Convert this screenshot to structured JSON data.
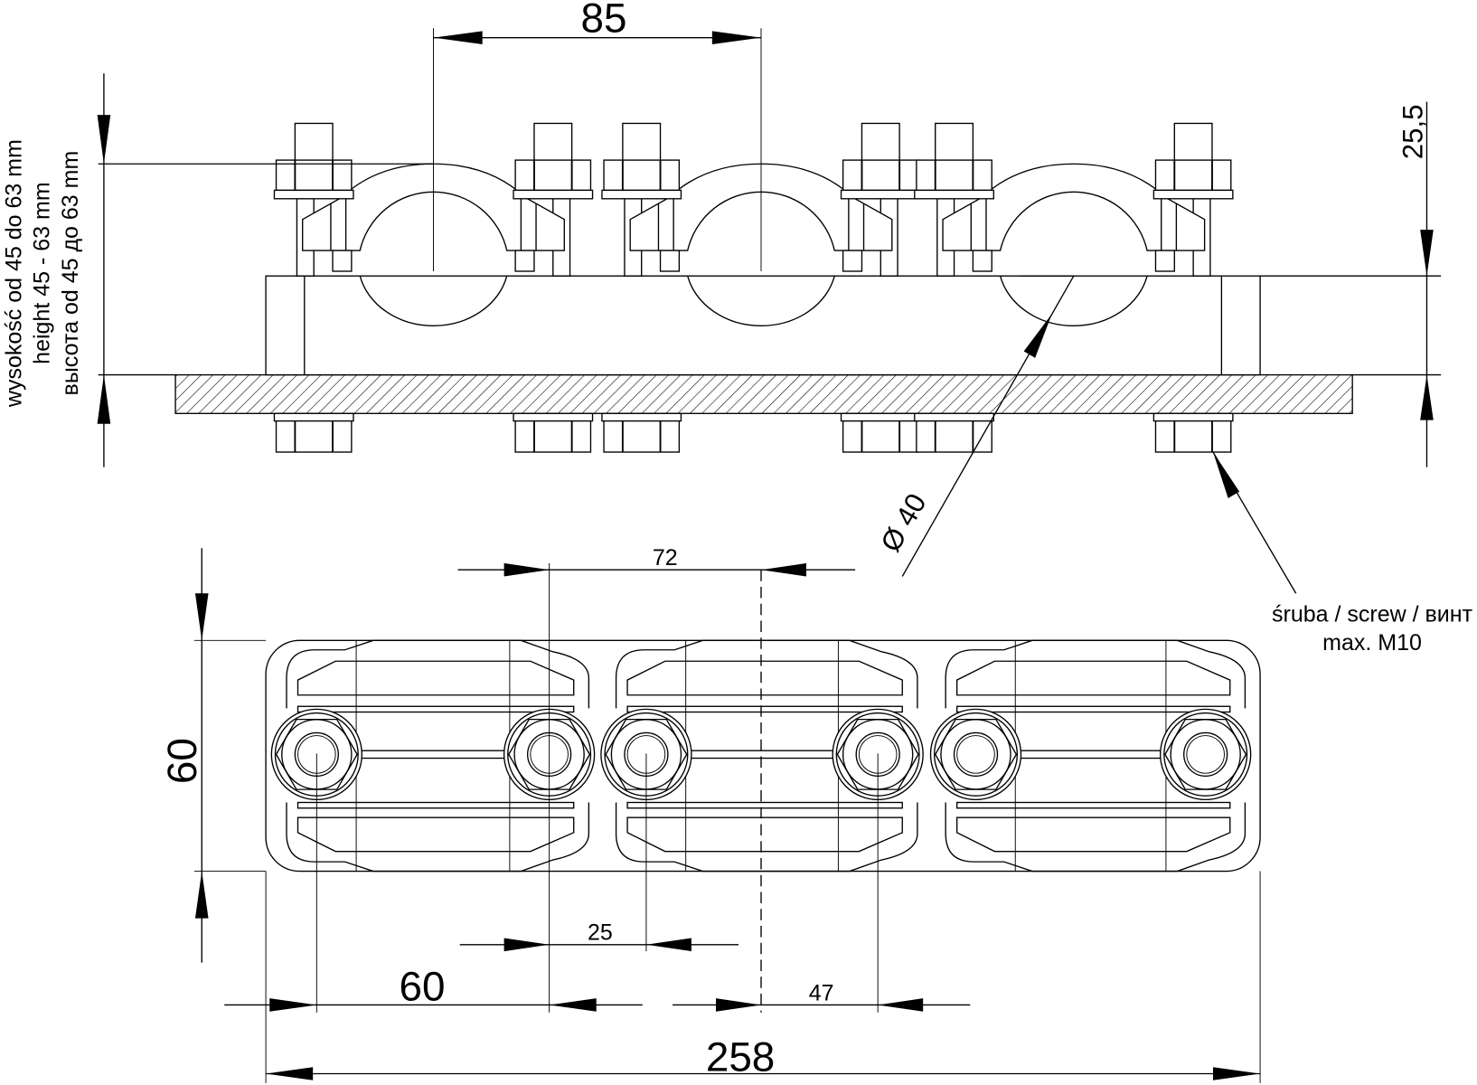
{
  "drawing": {
    "title": "Triple pipe clamp mounting block — technical drawing",
    "units": "mm"
  },
  "side_view": {
    "dimensions": {
      "clamp_pitch": "85",
      "upper_offset": "25,5",
      "pipe_diameter": "Ø 40"
    },
    "height_note": {
      "line_pl": "wysokość od 45 do 63 mm",
      "line_en": "height 45 - 63 mm",
      "line_ru": "высота od 45 до 63 mm"
    },
    "screw_note": {
      "line1": "śruba / screw / винт",
      "line2": "max. M10"
    },
    "clamp_count": 3
  },
  "plan_view": {
    "dimensions": {
      "width": "60",
      "bolt_spacing_inner": "72",
      "bolt_offset": "25",
      "bolt_to_clamp": "60",
      "half_pitch": "47",
      "overall_length": "258"
    }
  }
}
